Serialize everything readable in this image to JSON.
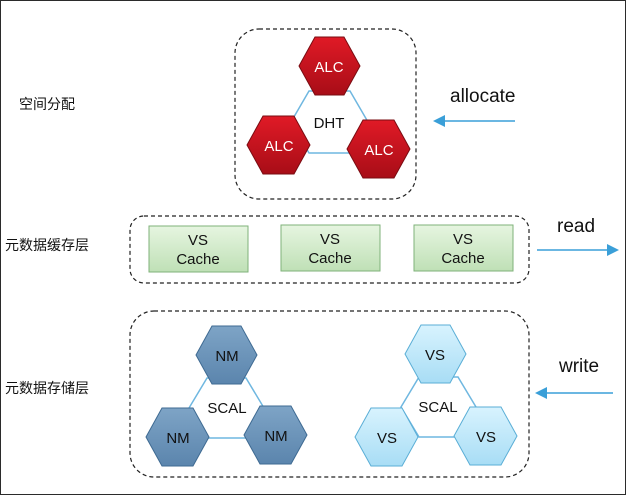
{
  "rows": [
    {
      "label": "空间分配",
      "verb": "allocate",
      "arrow": "in"
    },
    {
      "label": "元数据缓存层",
      "verb": "read",
      "arrow": "out"
    },
    {
      "label": "元数据存储层",
      "verb": "write",
      "arrow": "in"
    }
  ],
  "alloc_cluster": {
    "center": "DHT",
    "nodes": [
      "ALC",
      "ALC",
      "ALC"
    ]
  },
  "cache_boxes": [
    {
      "line1": "VS",
      "line2": "Cache"
    },
    {
      "line1": "VS",
      "line2": "Cache"
    },
    {
      "line1": "VS",
      "line2": "Cache"
    }
  ],
  "storage_clusters": [
    {
      "center": "SCAL",
      "nodes": [
        "NM",
        "NM",
        "NM"
      ]
    },
    {
      "center": "SCAL",
      "nodes": [
        "VS",
        "VS",
        "VS"
      ]
    }
  ],
  "colors": {
    "alc_fill": "#c8121e",
    "alc_stroke": "#7a0c12",
    "nm_fill": "#6b93b8",
    "nm_stroke": "#3e6a92",
    "vs_fill": "#bfe8fa",
    "vs_stroke": "#5aaed6",
    "cache_fill": "#d4eccd",
    "cache_stroke": "#7fb27a",
    "link_stroke": "#6fb7e0",
    "arrow": "#3a9fd8"
  }
}
